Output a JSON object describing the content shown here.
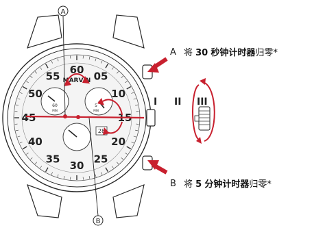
{
  "callouts": {
    "top_marker": "A",
    "bottom_marker": "B"
  },
  "dial": {
    "brand": "MARVIN",
    "hour_numbers": [
      "60",
      "05",
      "10",
      "15",
      "20",
      "25",
      "30",
      "35",
      "40",
      "45",
      "50",
      "55"
    ],
    "subdial_left_label": "60",
    "subdial_left_sub": "MIN",
    "subdial_right_label": "5",
    "subdial_right_sub": "MIN",
    "date": "28"
  },
  "crown_positions": [
    "I",
    "II",
    "III"
  ],
  "instructions": [
    {
      "letter": "A",
      "pre": "将 ",
      "value": "30",
      "bold_text": "秒钟计时器",
      "post": "归零*"
    },
    {
      "letter": "B",
      "pre": "将 ",
      "value": "5",
      "bold_text": "分钟计时器",
      "post": "归零*"
    }
  ],
  "colors": {
    "accent_red": "#c8202e",
    "line": "#2a2a2a",
    "dial_face": "#f4f4f4"
  }
}
